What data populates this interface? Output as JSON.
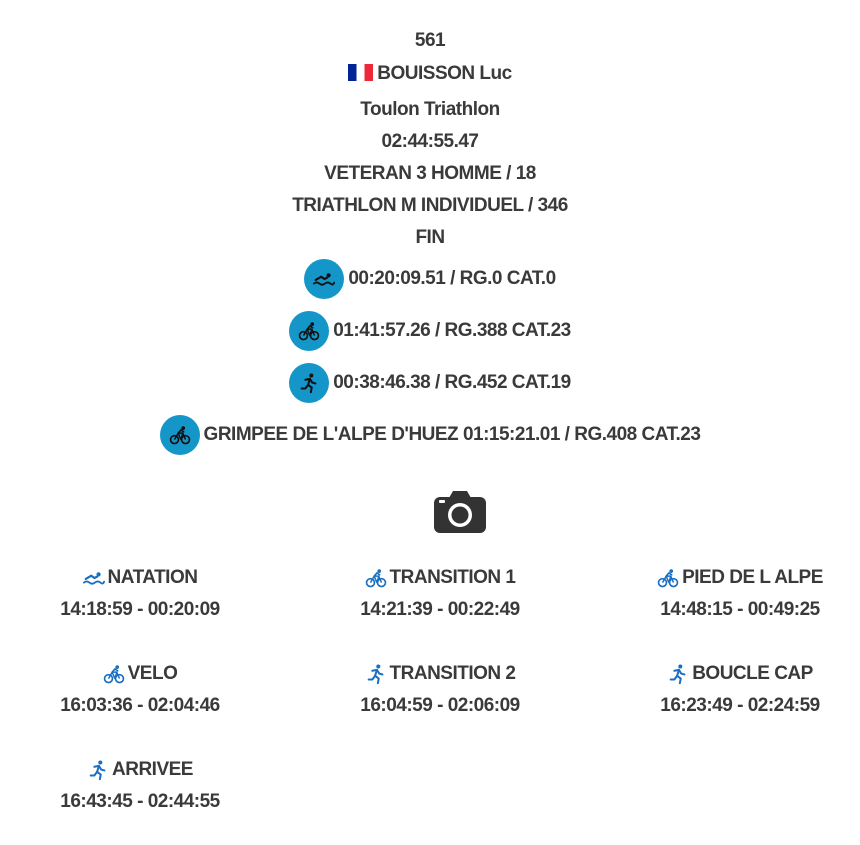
{
  "athlete": {
    "bib": "561",
    "name": "BOUISSON Luc",
    "club": "Toulon Triathlon",
    "total_time": "02:44:55.47",
    "category_rank": "VETERAN 3 HOMME / 18",
    "race_rank": "TRIATHLON M INDIVIDUEL / 346",
    "status": "FIN"
  },
  "legs": [
    {
      "icon": "swim-icon",
      "text": "00:20:09.51 / RG.0 CAT.0"
    },
    {
      "icon": "bike-icon",
      "text": "01:41:57.26 / RG.388 CAT.23"
    },
    {
      "icon": "run-icon",
      "text": "00:38:46.38 / RG.452 CAT.19"
    },
    {
      "icon": "bike-icon",
      "text": "GRIMPEE DE L'ALPE D'HUEZ 01:15:21.01 / RG.408 CAT.23"
    }
  ],
  "splits": [
    {
      "icon": "swim-icon",
      "name": "NATATION",
      "time": "14:18:59 - 00:20:09"
    },
    {
      "icon": "bike-icon",
      "name": "TRANSITION 1",
      "time": "14:21:39 - 00:22:49"
    },
    {
      "icon": "bike-icon",
      "name": "PIED DE L ALPE",
      "time": "14:48:15 - 00:49:25"
    },
    {
      "icon": "bike-icon",
      "name": "VELO",
      "time": "16:03:36 - 02:04:46"
    },
    {
      "icon": "run-icon",
      "name": "TRANSITION 2",
      "time": "16:04:59 - 02:06:09"
    },
    {
      "icon": "run-icon",
      "name": "BOUCLE CAP",
      "time": "16:23:49 - 02:24:59"
    },
    {
      "icon": "run-icon",
      "name": "ARRIVEE",
      "time": "16:43:45 - 02:44:55"
    }
  ],
  "colors": {
    "icon_circle": "#1596c9",
    "split_icon": "#1a6fc2",
    "text": "#3a3a3a"
  }
}
